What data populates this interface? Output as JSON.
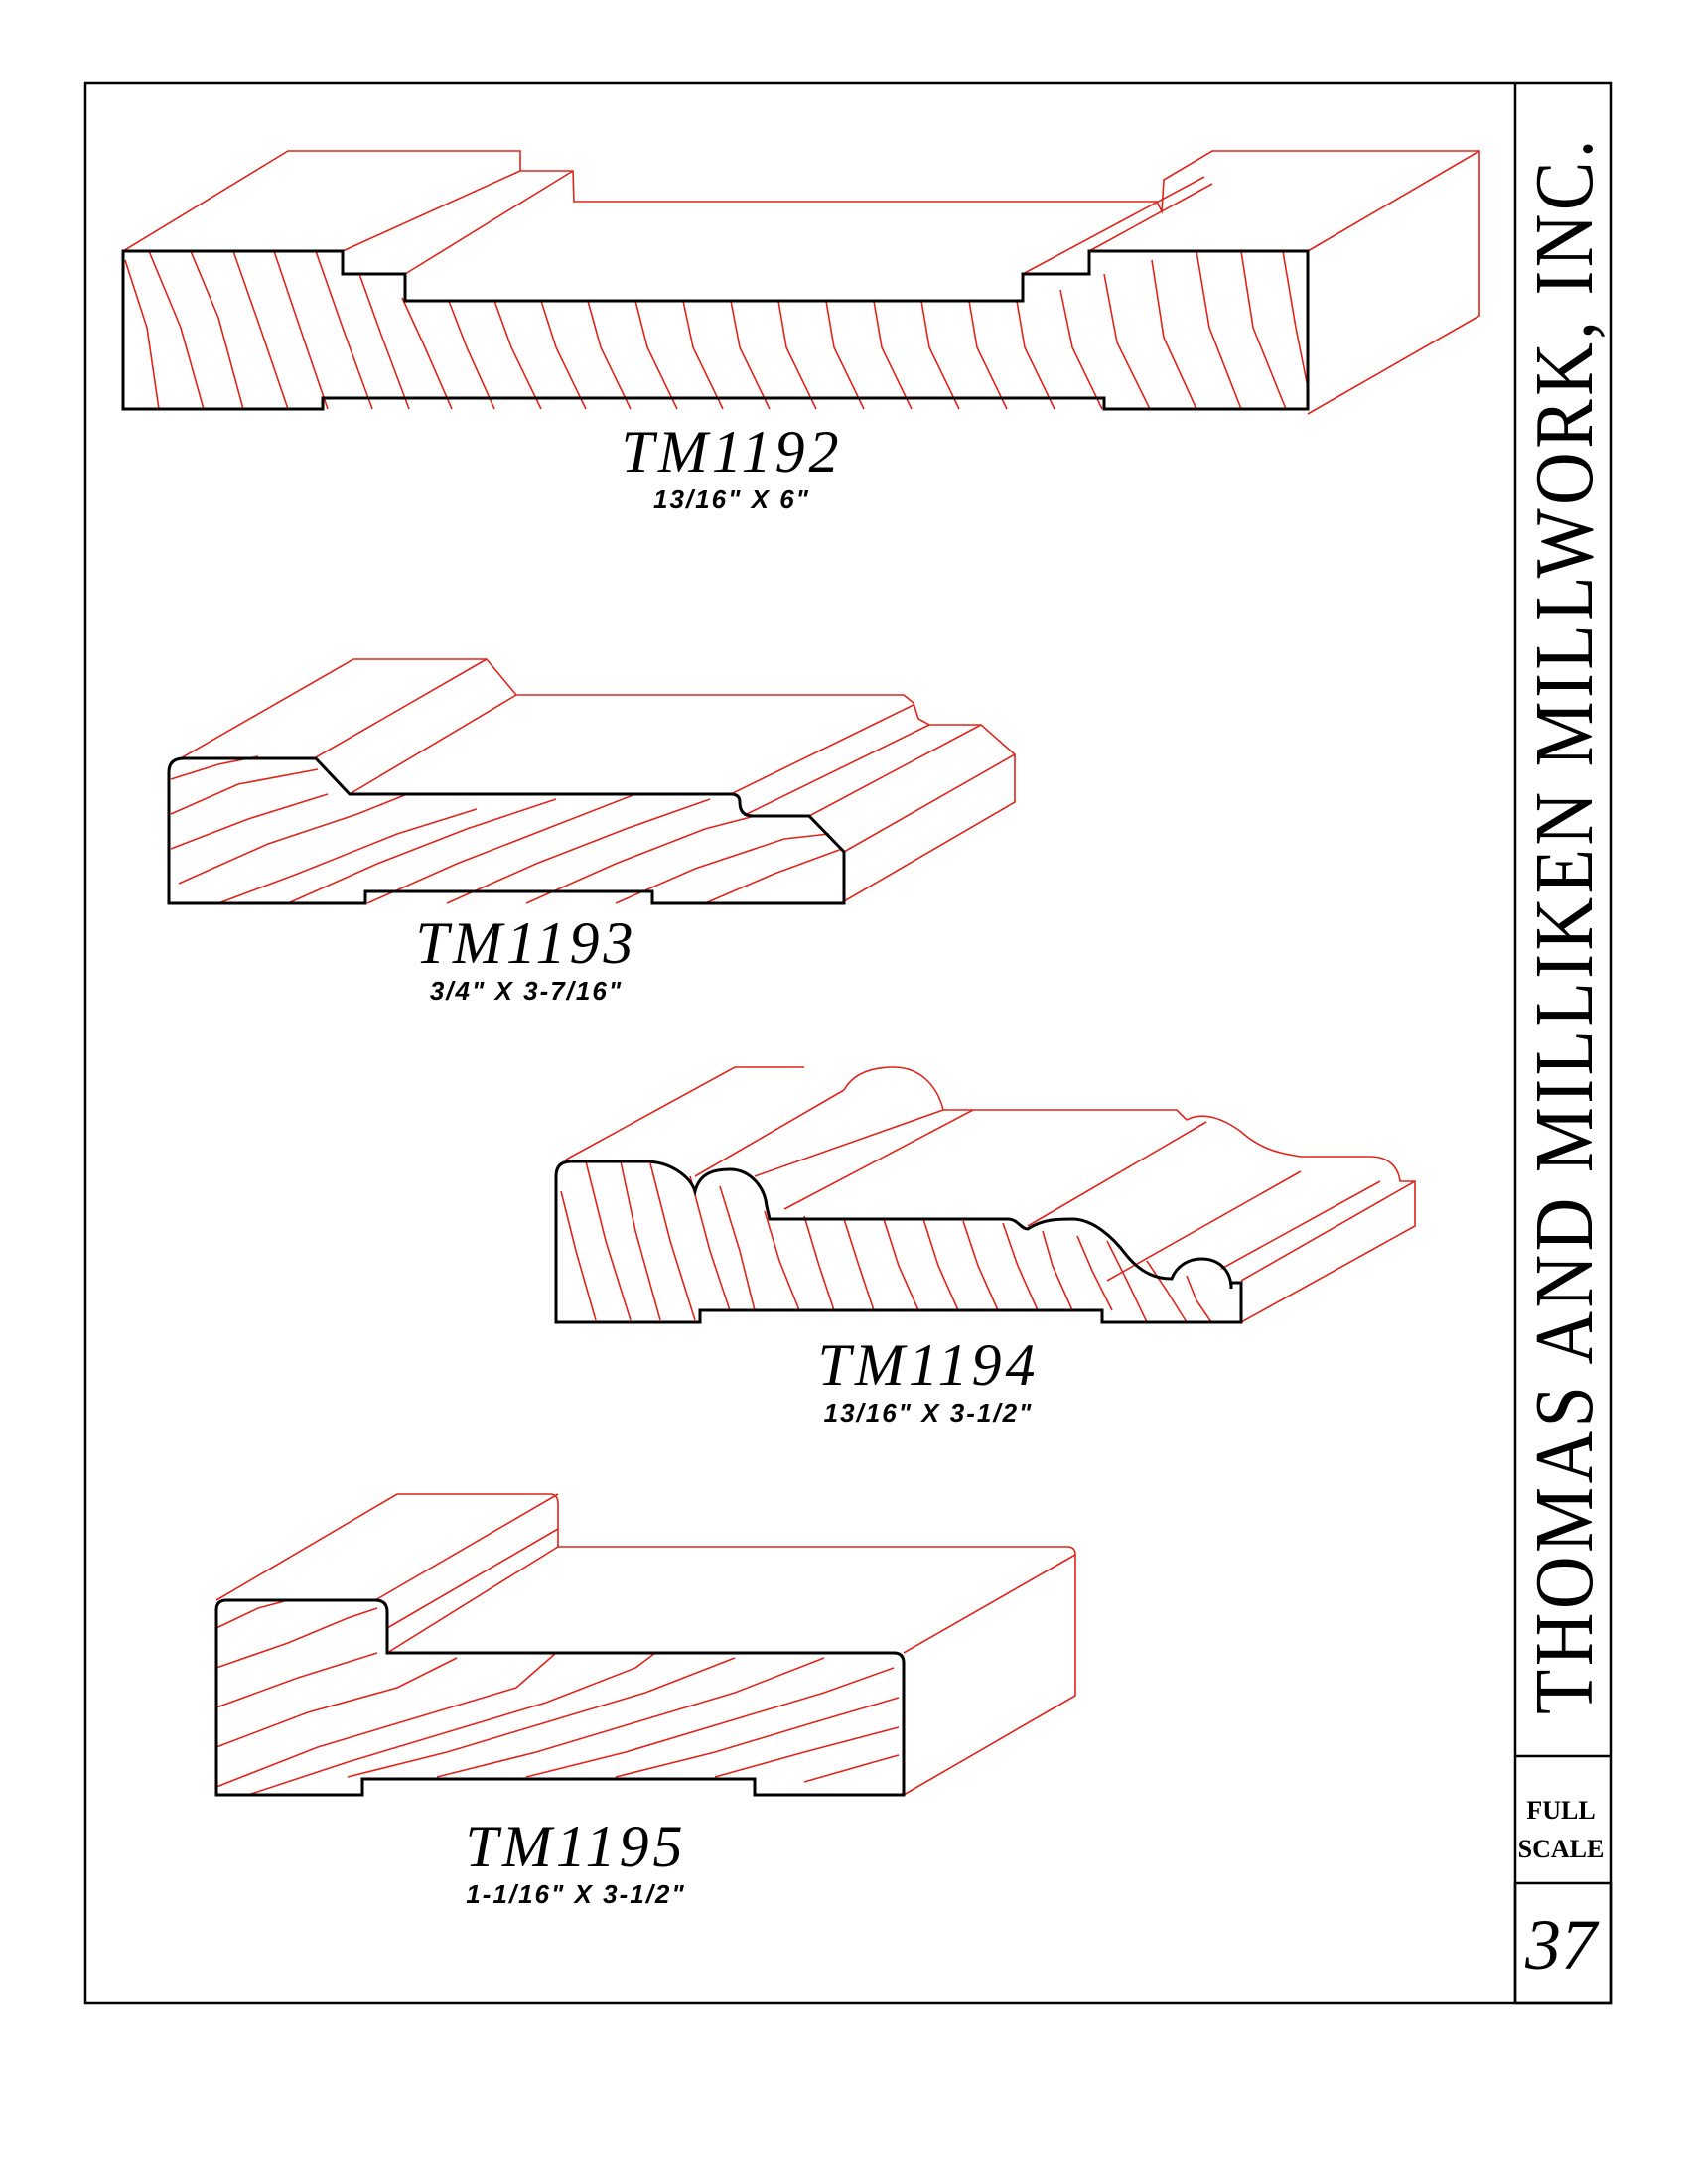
{
  "company": "THOMAS AND MILLIKEN MILLWORK, INC.",
  "scale": [
    "FULL",
    "SCALE"
  ],
  "page_number": "37",
  "profiles": [
    {
      "model": "TM1192",
      "dims": "13/16\"  X 6\""
    },
    {
      "model": "TM1193",
      "dims": "3/4\"  X 3-7/16\""
    },
    {
      "model": "TM1194",
      "dims": "13/16\"  X 3-1/2\""
    },
    {
      "model": "TM1195",
      "dims": "1-1/16\"  X 3-1/2\""
    }
  ],
  "colors": {
    "line": "#000000",
    "profile_red": "#e0241b",
    "background": "#ffffff"
  }
}
